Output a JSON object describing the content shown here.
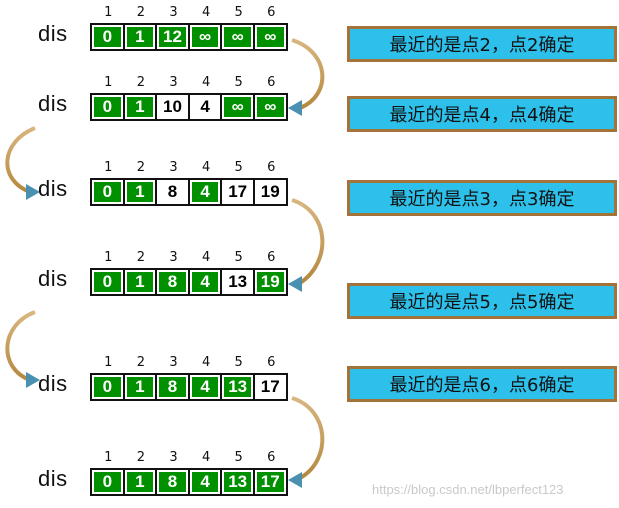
{
  "indices": [
    "1",
    "2",
    "3",
    "4",
    "5",
    "6"
  ],
  "label": "dis",
  "rows": [
    {
      "cells": [
        {
          "v": "0",
          "s": "g"
        },
        {
          "v": "1",
          "s": "g"
        },
        {
          "v": "12",
          "s": "g"
        },
        {
          "v": "∞",
          "s": "g"
        },
        {
          "v": "∞",
          "s": "g"
        },
        {
          "v": "∞",
          "s": "g"
        }
      ]
    },
    {
      "cells": [
        {
          "v": "0",
          "s": "g"
        },
        {
          "v": "1",
          "s": "g"
        },
        {
          "v": "10",
          "s": "w"
        },
        {
          "v": "4",
          "s": "w"
        },
        {
          "v": "∞",
          "s": "g"
        },
        {
          "v": "∞",
          "s": "g"
        }
      ]
    },
    {
      "cells": [
        {
          "v": "0",
          "s": "g"
        },
        {
          "v": "1",
          "s": "g"
        },
        {
          "v": "8",
          "s": "w"
        },
        {
          "v": "4",
          "s": "g"
        },
        {
          "v": "17",
          "s": "w"
        },
        {
          "v": "19",
          "s": "w"
        }
      ]
    },
    {
      "cells": [
        {
          "v": "0",
          "s": "g"
        },
        {
          "v": "1",
          "s": "g"
        },
        {
          "v": "8",
          "s": "g"
        },
        {
          "v": "4",
          "s": "g"
        },
        {
          "v": "13",
          "s": "w"
        },
        {
          "v": "19",
          "s": "g"
        }
      ]
    },
    {
      "cells": [
        {
          "v": "0",
          "s": "g"
        },
        {
          "v": "1",
          "s": "g"
        },
        {
          "v": "8",
          "s": "g"
        },
        {
          "v": "4",
          "s": "g"
        },
        {
          "v": "13",
          "s": "g"
        },
        {
          "v": "17",
          "s": "w"
        }
      ]
    },
    {
      "cells": [
        {
          "v": "0",
          "s": "g"
        },
        {
          "v": "1",
          "s": "g"
        },
        {
          "v": "8",
          "s": "g"
        },
        {
          "v": "4",
          "s": "g"
        },
        {
          "v": "13",
          "s": "g"
        },
        {
          "v": "17",
          "s": "g"
        }
      ]
    }
  ],
  "notes": [
    "最近的是点2，点2确定",
    "最近的是点4，点4确定",
    "最近的是点3，点3确定",
    "最近的是点5，点5确定",
    "最近的是点6，点6确定"
  ],
  "watermark": "https://blog.csdn.net/lbperfect123",
  "colors": {
    "cell_green": "#009000",
    "cell_white": "#ffffff",
    "note_fill": "#2cc0ea",
    "note_border": "#a3733a",
    "arrow": "#c39a55",
    "arrow_head": "#4a90b0"
  }
}
